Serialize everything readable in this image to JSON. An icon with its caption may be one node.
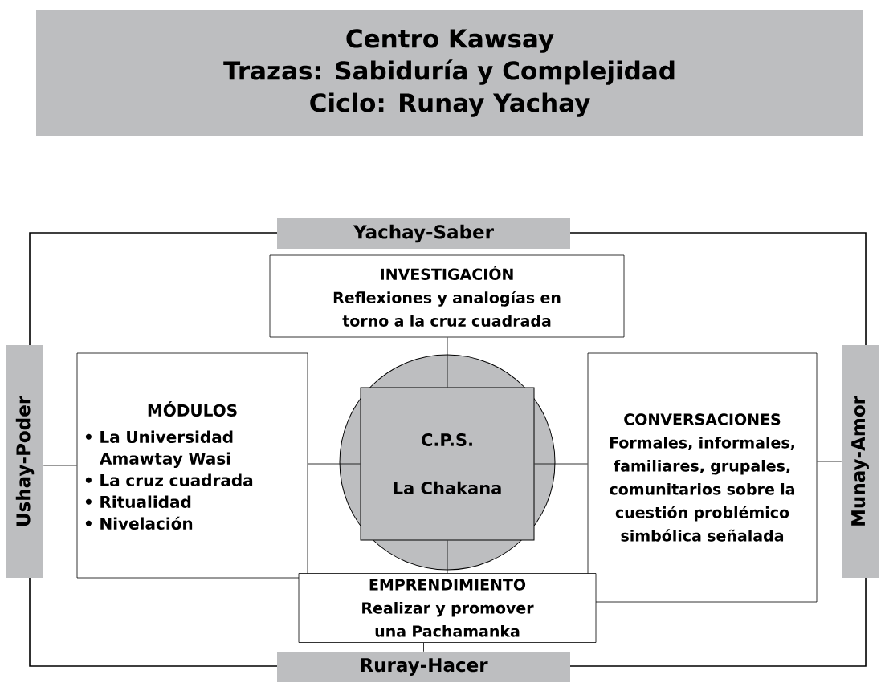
{
  "diagram": {
    "nodes": [
      {
        "text": [
          "Centro Kawsay",
          "Trazas: Sabiduría y Complejidad",
          "Ciclo: Runay Yachay"
        ]
      },
      {
        "text": [],
        "shape": "box"
      },
      {
        "text": [
          "Yachay-Saber"
        ]
      },
      {
        "text": [
          "INVESTIGACIÓN",
          "Reflexiones y analogías en torno a la cruz cuadrada"
        ],
        "in": 1
      },
      {
        "text": [
          "Ushay-Poder"
        ]
      },
      {
        "text": [
          "MÓDULOS",
          "• La Universidad Amawtay Wasi",
          "• La cruz cuadrada",
          "• Ritualidad",
          "• Nivelación"
        ],
        "in": 1
      },
      {
        "text": [],
        "shape": "circle",
        "in": 1
      },
      {
        "text": [
          "C.P.S.",
          "La Chakana"
        ],
        "in": 6
      },
      {
        "text": [
          "CONVERSACIONES",
          "Formales, informales, familiares, grupales, comunitarios sobre la cuestión problémico simbólica señalada"
        ],
        "in": 1
      },
      {
        "text": [
          "Munay-Amor"
        ]
      },
      {
        "text": [
          "EMPRENDIMIENTO",
          "Realizar y promover una Pachamanka"
        ],
        "in": 1
      },
      {
        "text": [
          "Ruray-Hacer"
        ]
      }
    ],
    "edges": [
      {
        "from": 4,
        "to": 5,
        "arrow": "none"
      },
      {
        "from": 5,
        "to": 7,
        "arrow": "none"
      },
      {
        "from": 7,
        "to": 8,
        "arrow": "none"
      },
      {
        "from": 8,
        "to": 9,
        "arrow": "none"
      },
      {
        "from": 3,
        "to": 7,
        "arrow": "none"
      },
      {
        "from": 7,
        "to": 10,
        "arrow": "none"
      },
      {
        "from": 10,
        "to": 11,
        "arrow": "none"
      }
    ]
  }
}
